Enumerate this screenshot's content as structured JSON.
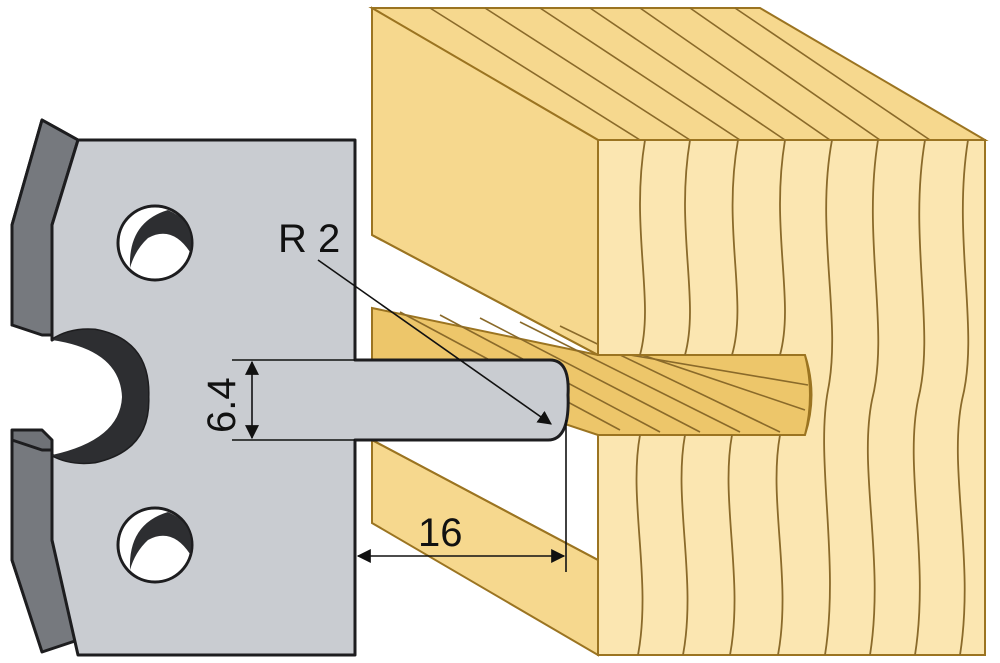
{
  "labels": {
    "radius": "R 2",
    "slot_width": "6.4",
    "slot_depth": "16"
  },
  "colors": {
    "wood_face": "#fbe6b1",
    "wood_side": "#f6d88e",
    "wood_dark": "#edc66a",
    "wood_outline": "#9b7421",
    "grain": "#8a6a2a",
    "steel_face": "#c9ccd1",
    "steel_edge": "#6f7277",
    "steel_outline": "#1d1d1f",
    "hole_dark": "#2d2e31",
    "dimension": "#111111"
  },
  "icons": [
    "profile-knife",
    "wood-workpiece",
    "dimension-arrow"
  ]
}
